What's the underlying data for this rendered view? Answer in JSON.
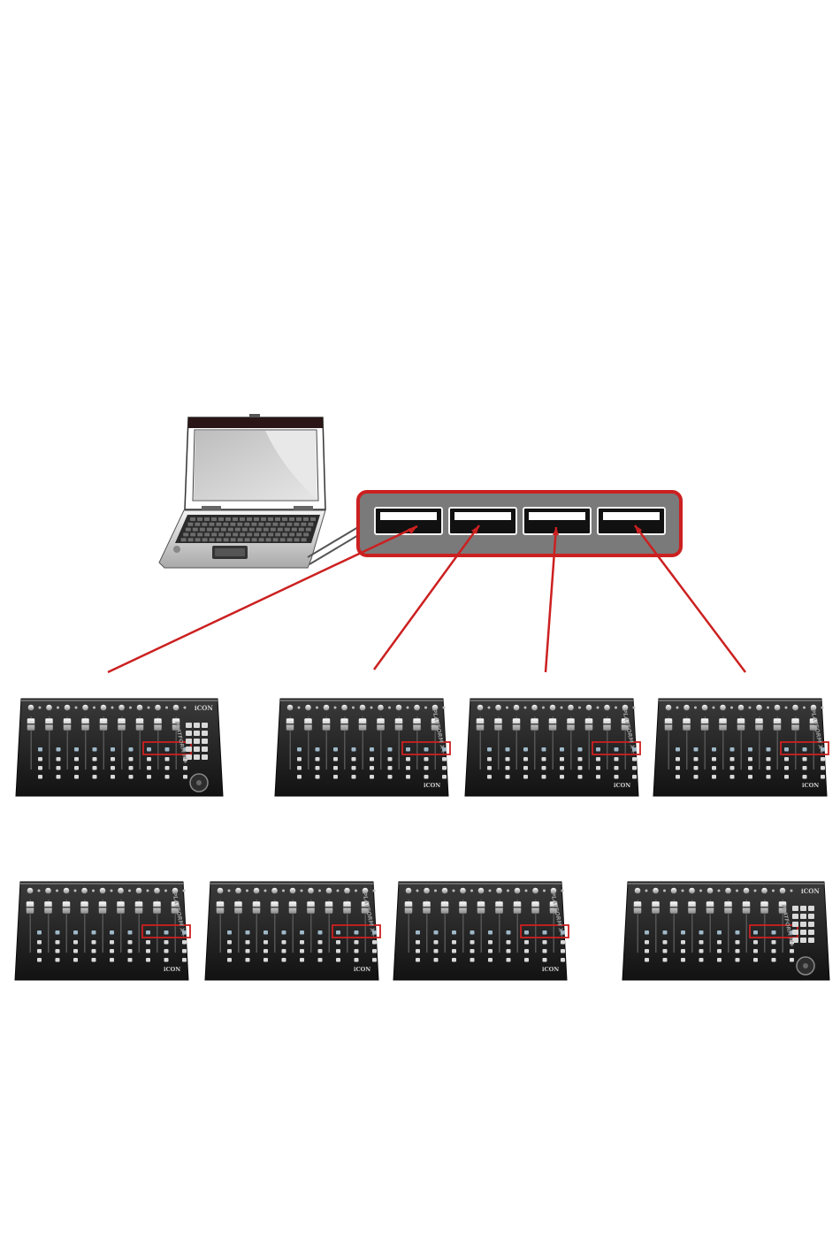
{
  "diagram": {
    "computer": {
      "icon": "laptop-icon",
      "screen_color": "#d8d8d8"
    },
    "hub": {
      "icon": "usb-hub-icon",
      "border_color": "#cc2020",
      "fill_color": "#7a7a7a",
      "ports": 4
    },
    "cable_color": "#cc2020",
    "controllers": [
      {
        "model": "Platform M+",
        "type": "master",
        "brand": "iCON",
        "label": "PLATFORM M+"
      },
      {
        "model": "Platform X+",
        "type": "extender",
        "brand": "iCON",
        "label": "PLATFORM X+"
      },
      {
        "model": "Platform X+",
        "type": "extender",
        "brand": "iCON",
        "label": "PLATFORM X+"
      },
      {
        "model": "Platform X+",
        "type": "extender",
        "brand": "iCON",
        "label": "PLATFORM X+"
      },
      {
        "model": "Platform X+",
        "type": "extender",
        "brand": "iCON",
        "label": "PLATFORM X+"
      },
      {
        "model": "Platform X+",
        "type": "extender",
        "brand": "iCON",
        "label": "PLATFORM X+"
      },
      {
        "model": "Platform X+",
        "type": "extender",
        "brand": "iCON",
        "label": "PLATFORM X+"
      },
      {
        "model": "Platform M+",
        "type": "master",
        "brand": "iCON",
        "label": "PLATFORM M+"
      }
    ],
    "highlight_color": "#cc2020"
  }
}
